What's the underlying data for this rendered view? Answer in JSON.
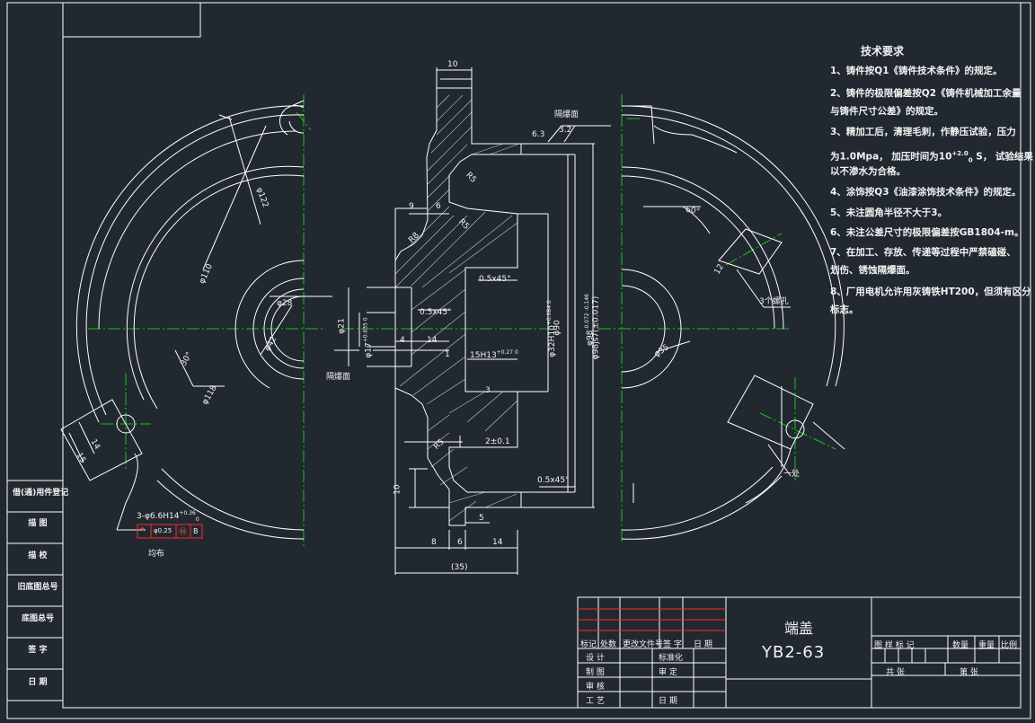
{
  "colors": {
    "background": "#212830",
    "line": "#ffffff",
    "centerline": "#19c219",
    "tolerance_frame": "#ff2a2a"
  },
  "technical_requirements": {
    "title": "技术要求",
    "lines": [
      "1、铸件按Q1《铸件技术条件》的规定。",
      "2、铸件的极限偏差按Q2《铸件机械加工余量",
      "与铸件尺寸公差》的规定。",
      "3、精加工后，清理毛刺，作静压试验，压力",
      "为1.0Mpa，  加压时间为10",
      "以不渗水为合格。",
      "4、涂饰按Q3《油漆涂饰技术条件》的规定。",
      "5、未注圆角半径不大于3。",
      "6、未注公差尺寸的极限偏差按GB1804-m。",
      "7、在加工、存放、传递等过程中严禁磕碰、",
      "划伤、锈蚀隔爆面。",
      "8、厂用电机允许用灰铸铁HT200，但须有区分",
      "标志。"
    ],
    "time_superscript": "+2.0",
    "time_subscript": "0",
    "time_suffix": "S，   试验结果"
  },
  "side_labels": [
    "借(通)用件登记",
    "描  图",
    "描  校",
    "旧底图总号",
    "底图总号",
    "签  字",
    "日  期"
  ],
  "title_block": {
    "part_name": "端盖",
    "drawing_number": "YB2-63",
    "revision_header": [
      "标记",
      "处数",
      "更改文件号",
      "签 字",
      "日 期"
    ],
    "approval_left": [
      "设  计",
      "制  图",
      "审  核",
      "工  艺"
    ],
    "approval_right": [
      "标准化",
      "审  定",
      "",
      "日  期"
    ],
    "info_header": [
      "图 样 标 记",
      "数量",
      "重量",
      "比例"
    ],
    "sheets_total": "共    张",
    "sheet_number": "第    张"
  },
  "annotations": {
    "flameproof_surface_1": "隔爆面",
    "flameproof_surface_2": "隔爆面",
    "roughness_1": "6.3",
    "roughness_2": "3.2",
    "hole_callout": "3-φ6.6H14",
    "hole_callout_tol_top": "+0.36",
    "hole_callout_tol_bottom": "0",
    "tol_position": "⌖",
    "tol_value": "φ0.25",
    "tol_modifier": "Ⓜ",
    "tol_datum": "B",
    "evenly_distributed": "均布",
    "three_nuts": "3个螺孔",
    "one_place": "一处"
  },
  "dimensions": {
    "left_view": [
      "φ122",
      "φ110",
      "φ28",
      "φ42",
      "30°",
      "φ118",
      "14",
      "15"
    ],
    "section": {
      "top_width": "10",
      "r5_a": "R5",
      "r5_b": "R5",
      "r8": "R8",
      "nine": "9",
      "six_top": "6",
      "chamfer_a": "0.5x45°",
      "chamfer_b": "0.5x45°",
      "chamfer_c": "0.5x45°",
      "d21": "φ21",
      "d17": "φ17",
      "d17_tol": "+0.035 0",
      "d32": "φ32H10",
      "d32_tol": "+0.084 0",
      "d90": "φ90",
      "d98": "φ98",
      "d98_tol": "-0.072 -0.146",
      "d98_outer": "φ98js7(±0.017)",
      "four": "4",
      "fourteen_a": "14",
      "one": "1",
      "fifteen": "15H13",
      "fifteen_tol": "+0.27 0",
      "three": "3",
      "two": "2±0.1",
      "r5_c": "R5",
      "ten": "10",
      "five": "5",
      "eight": "8",
      "six_bottom": "6",
      "fourteen_b": "14",
      "overall": "(35)"
    },
    "right_view": [
      "60°",
      "12",
      "φ35"
    ]
  },
  "top_left_box": ""
}
